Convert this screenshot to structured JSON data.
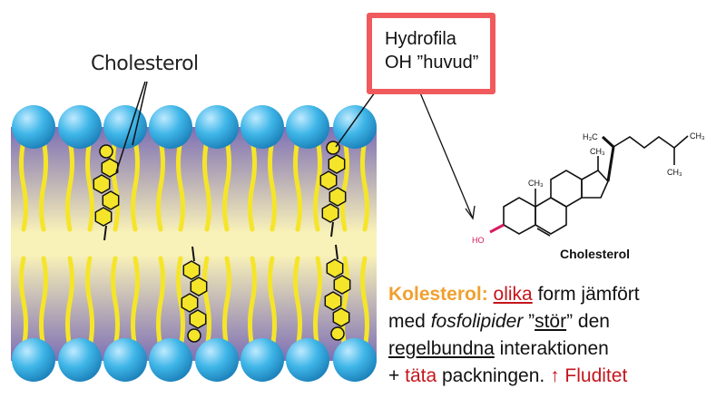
{
  "membrane": {
    "label": "Cholesterol",
    "colors": {
      "head": "#3fb6e8",
      "tail": "#f5e52a",
      "purple": "#8a7bbf",
      "yellow": "#f7efb0"
    }
  },
  "callout": {
    "line1": "Hydrofila",
    "line2": "OH ”huvud”",
    "border_color": "#f05a5c"
  },
  "structure": {
    "name": "Cholesterol",
    "groups": {
      "ho": "HO",
      "ch3": "CH₃",
      "h3c": "H₃C"
    },
    "ho_color": "#d81b60"
  },
  "text": {
    "title": "Kolesterol:",
    "w_olika": "olika",
    "l1_rest": " form jämfört",
    "l2_a": "med ",
    "l2_fosfo": "fosfolipider",
    "l2_b": " ”",
    "l2_stor": "stör",
    "l2_c": "” den",
    "l3_regel": "regelbundna",
    "l3_rest": " interaktionen",
    "l4_a": "+ ",
    "l4_tata": "täta",
    "l4_b": " packningen.  ",
    "l4_flu": "↑ Fluditet"
  }
}
